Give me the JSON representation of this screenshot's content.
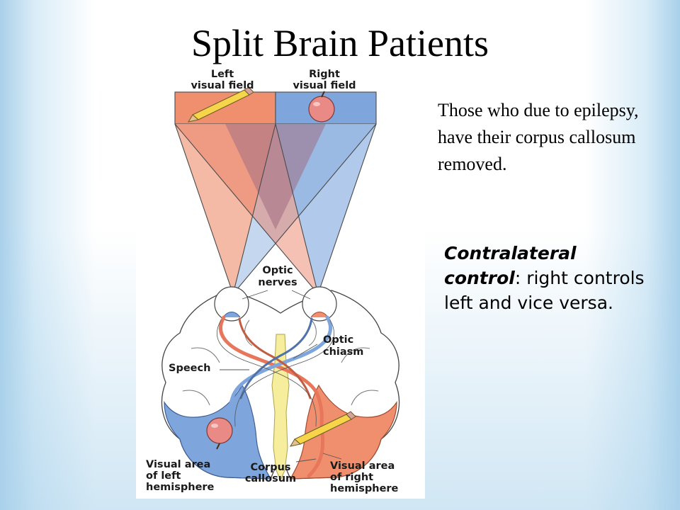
{
  "slide": {
    "title": "Split Brain Patients",
    "body_text": "Those who due to epilepsy, have their corpus callosum removed.",
    "callout": {
      "term": "Contralateral control",
      "sep": ":",
      "rest": " right controls left and vice versa."
    }
  },
  "diagram": {
    "labels": {
      "left_field_1": "Left",
      "left_field_2": "visual field",
      "right_field_1": "Right",
      "right_field_2": "visual field",
      "optic_nerves_1": "Optic",
      "optic_nerves_2": "nerves",
      "optic_chiasm_1": "Optic",
      "optic_chiasm_2": "chiasm",
      "speech": "Speech",
      "visual_left_1": "Visual area",
      "visual_left_2": "of left",
      "visual_left_3": "hemisphere",
      "corpus_1": "Corpus",
      "corpus_2": "callosum",
      "visual_right_1": "Visual area",
      "visual_right_2": "of right",
      "visual_right_3": "hemisphere"
    },
    "colors": {
      "left_field": "#f08f6e",
      "right_field": "#7fa6dc",
      "left_beam": "#f4b29b",
      "right_beam": "#a9c4ea",
      "overlap": "#a06d84",
      "corpus_callosum": "#f6ee9c"
    }
  }
}
